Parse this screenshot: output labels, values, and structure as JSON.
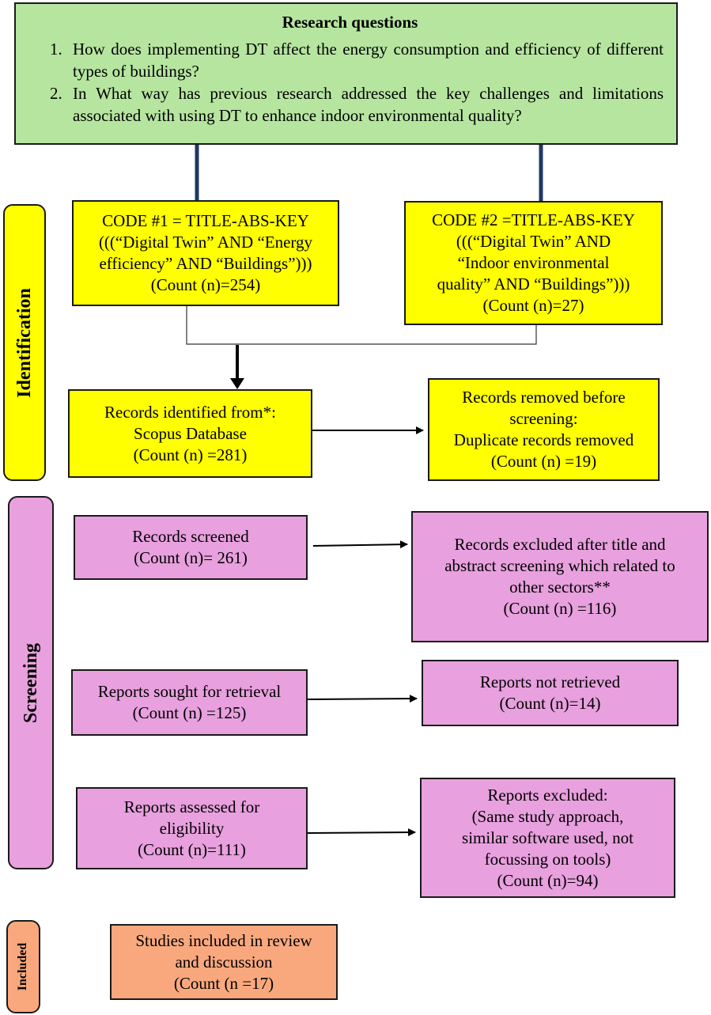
{
  "research": {
    "title": "Research questions",
    "questions": [
      "How does implementing DT affect the energy consumption and efficiency of different types of buildings?",
      "In What way has previous research addressed the key challenges and limitations associated with using DT to enhance indoor environmental quality?"
    ]
  },
  "stages": {
    "identification": "Identification",
    "screening": "Screening",
    "included": "Included"
  },
  "code1": {
    "lines": [
      "CODE #1 = TITLE-ABS-KEY",
      "(((“Digital Twin” AND “Energy",
      "efficiency” AND “Buildings”)))",
      "(Count (n)=254)"
    ]
  },
  "code2": {
    "lines": [
      "CODE #2 =TITLE-ABS-KEY",
      "(((“Digital Twin” AND",
      "“Indoor environmental",
      "quality” AND “Buildings”)))",
      "(Count (n)=27)"
    ]
  },
  "identified": {
    "lines": [
      "Records identified from*:",
      "Scopus Database",
      "(Count (n) =281)"
    ]
  },
  "removed": {
    "lines": [
      "Records removed before",
      "screening:",
      "Duplicate records removed",
      "(Count (n) =19)"
    ]
  },
  "screened": {
    "lines": [
      "Records screened",
      "(Count (n)= 261)"
    ]
  },
  "excluded_title": {
    "lines": [
      "Records excluded after title and",
      "abstract screening which related to",
      "other sectors**",
      "(Count (n) =116)"
    ]
  },
  "sought": {
    "lines": [
      "Reports sought for retrieval",
      "(Count (n) =125)"
    ]
  },
  "not_retrieved": {
    "lines": [
      "Reports not retrieved",
      "(Count (n)=14)"
    ]
  },
  "assessed": {
    "lines": [
      "Reports assessed for",
      "eligibility",
      "(Count (n)=111)"
    ]
  },
  "reports_excluded": {
    "lines": [
      "Reports excluded:",
      "(Same study approach,",
      "similar software used, not",
      "focussing on tools)",
      "(Count (n)=94)"
    ]
  },
  "included_box": {
    "lines": [
      "Studies included in review",
      "and discussion",
      "(Count (n =17)"
    ]
  },
  "colors": {
    "green": "#b6e5a0",
    "yellow": "#ffff00",
    "pink": "#e8a0de",
    "orange": "#f9a87e",
    "navy_arrow": "#1f3864"
  }
}
